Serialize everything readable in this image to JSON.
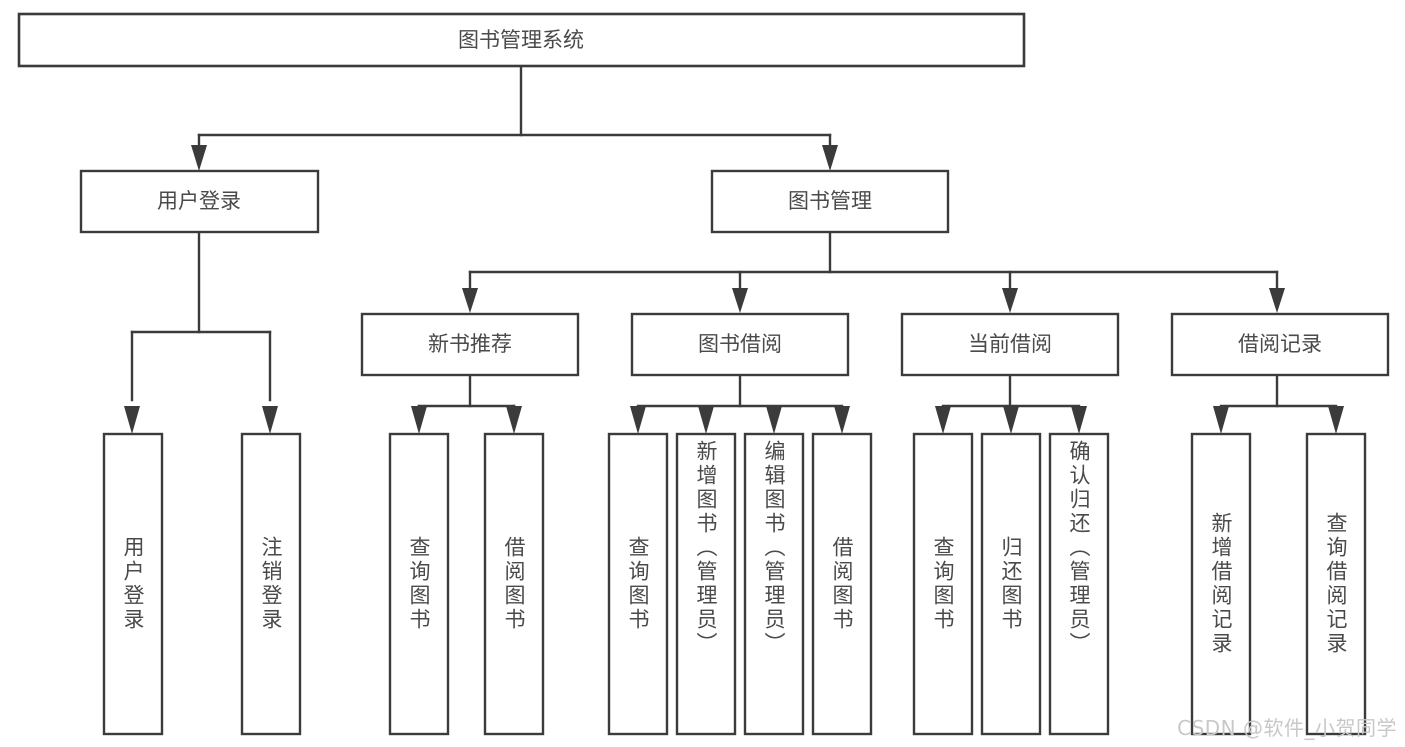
{
  "diagram": {
    "type": "tree-hierarchy",
    "title": "图书管理系统",
    "orientation": "top-down",
    "colors": {
      "box_stroke": "#3b3b3b",
      "box_fill": "#ffffff",
      "text": "#4a4a4a",
      "connector": "#3b3b3b",
      "background": "#ffffff",
      "watermark": "#c8c8c8"
    },
    "levels": [
      {
        "level": 1,
        "nodes": [
          {
            "id": "root",
            "label": "图书管理系统",
            "text_direction": "horizontal"
          }
        ]
      },
      {
        "level": 2,
        "nodes": [
          {
            "id": "login",
            "label": "用户登录",
            "text_direction": "horizontal",
            "parent": "root"
          },
          {
            "id": "bookmgmt",
            "label": "图书管理",
            "text_direction": "horizontal",
            "parent": "root"
          }
        ]
      },
      {
        "level": 3,
        "nodes": [
          {
            "id": "newbook",
            "label": "新书推荐",
            "text_direction": "horizontal",
            "parent": "bookmgmt"
          },
          {
            "id": "borrow",
            "label": "图书借阅",
            "text_direction": "horizontal",
            "parent": "bookmgmt"
          },
          {
            "id": "current",
            "label": "当前借阅",
            "text_direction": "horizontal",
            "parent": "bookmgmt"
          },
          {
            "id": "records",
            "label": "借阅记录",
            "text_direction": "horizontal",
            "parent": "bookmgmt"
          }
        ]
      },
      {
        "level": 4,
        "nodes": [
          {
            "id": "leaf-user-login",
            "label": "用户登录",
            "text_direction": "vertical",
            "parent": "login"
          },
          {
            "id": "leaf-user-logout",
            "label": "注销登录",
            "text_direction": "vertical",
            "parent": "login"
          },
          {
            "id": "leaf-query-book-1",
            "label": "查询图书",
            "text_direction": "vertical",
            "parent": "newbook"
          },
          {
            "id": "leaf-borrow-book-1",
            "label": "借阅图书",
            "text_direction": "vertical",
            "parent": "newbook"
          },
          {
            "id": "leaf-query-book-2",
            "label": "查询图书",
            "text_direction": "vertical",
            "parent": "borrow"
          },
          {
            "id": "leaf-add-book",
            "label": "新增图书（管理员）",
            "text_direction": "vertical",
            "parent": "borrow"
          },
          {
            "id": "leaf-edit-book",
            "label": "编辑图书（管理员）",
            "text_direction": "vertical",
            "parent": "borrow"
          },
          {
            "id": "leaf-borrow-book-2",
            "label": "借阅图书",
            "text_direction": "vertical",
            "parent": "borrow"
          },
          {
            "id": "leaf-query-book-3",
            "label": "查询图书",
            "text_direction": "vertical",
            "parent": "current"
          },
          {
            "id": "leaf-return-book",
            "label": "归还图书",
            "text_direction": "vertical",
            "parent": "current"
          },
          {
            "id": "leaf-confirm-return",
            "label": "确认归还（管理员）",
            "text_direction": "vertical",
            "parent": "current"
          },
          {
            "id": "leaf-add-record",
            "label": "新增借阅记录",
            "text_direction": "vertical",
            "parent": "records"
          },
          {
            "id": "leaf-query-record",
            "label": "查询借阅记录",
            "text_direction": "vertical",
            "parent": "records"
          }
        ]
      }
    ]
  },
  "watermark": {
    "text": "CSDN @软件_小贺同学"
  }
}
